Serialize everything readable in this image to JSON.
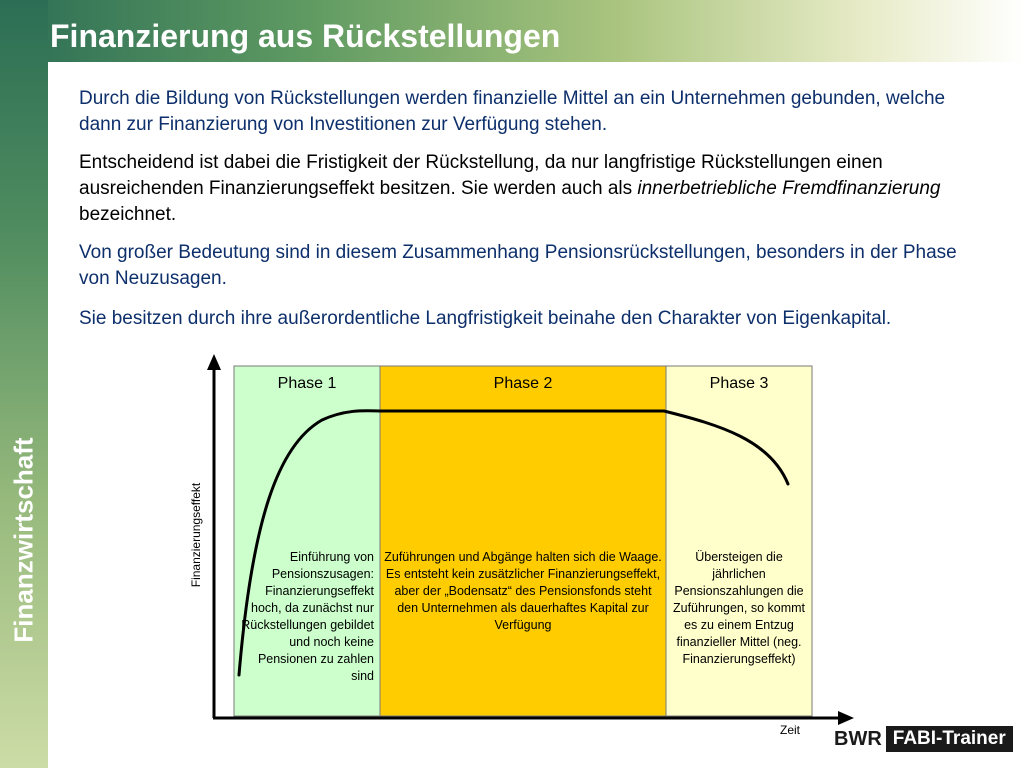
{
  "header": {
    "title": "Finanzierung aus Rückstellungen"
  },
  "sidebar": {
    "label": "Finanzwirtschaft"
  },
  "content": {
    "para1": "Durch die Bildung von Rückstellungen werden finanzielle Mittel an ein Unternehmen gebunden, welche dann zur Finanzierung von Investitionen zur Verfügung stehen.",
    "para2_before": "Entscheidend ist dabei die Fristigkeit der Rückstellung, da nur langfristige Rückstellungen einen ausreichenden Finanzierungseffekt besitzen. Sie werden auch als ",
    "para2_italic": "innerbetriebliche Fremdfinanzierung",
    "para2_after": " bezeichnet.",
    "para3": "Von großer Bedeutung sind in diesem Zusammenhang Pensionsrückstellungen, besonders in der Phase von Neuzusagen.",
    "para4": "Sie besitzen durch ihre außerordentliche Langfristigkeit beinahe den Charakter von Eigenkapital."
  },
  "diagram": {
    "y_axis_label": "Finanzierungseffekt",
    "x_axis_label": "Zeit",
    "phases": [
      {
        "label": "Phase 1",
        "color": "#ccffcc",
        "description": "Einführung von Pensionszusagen: Finanzierungseffekt hoch, da zunächst nur Rückstellungen gebildet und noch keine Pensionen zu zahlen sind"
      },
      {
        "label": "Phase 2",
        "color": "#ffcc00",
        "description": "Zuführungen und Abgänge halten sich die Waage. Es entsteht kein zusätzlicher Finanzierungseffekt, aber der „Bodensatz“ des Pensionsfonds steht den Unternehmen als dauerhaftes Kapital zur Verfügung"
      },
      {
        "label": "Phase 3",
        "color": "#ffffcc",
        "description": "Übersteigen die jährlichen Pensionszahlungen die Zuführungen, so kommt es zu einem Entzug finanzieller Mittel (neg. Finanzierungseffekt)"
      }
    ]
  },
  "logo": {
    "bwr": "BWR",
    "fabi": "FABI-Trainer"
  }
}
